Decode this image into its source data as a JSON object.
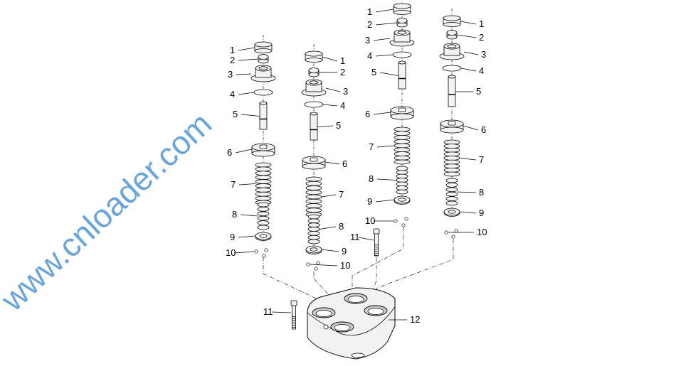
{
  "title": "Pilot valve exploded parts diagram",
  "watermark": "www.cnloader.com",
  "colors": {
    "line": "#000000",
    "part_fill": "#f2f2f2",
    "part_shade": "#cfcfcf",
    "watermark": "#5b9bd5"
  },
  "stacks": [
    {
      "name": "stack-a",
      "labels": [
        "1",
        "2",
        "3",
        "4",
        "5",
        "6",
        "7",
        "8",
        "9",
        "10"
      ]
    },
    {
      "name": "stack-b",
      "labels": [
        "1",
        "2",
        "3",
        "4",
        "5",
        "6",
        "7",
        "8",
        "9",
        "10"
      ]
    },
    {
      "name": "stack-c",
      "labels": [
        "1",
        "2",
        "3",
        "4",
        "5",
        "6",
        "7",
        "8",
        "9",
        "10",
        "11"
      ]
    },
    {
      "name": "stack-d",
      "labels": [
        "1",
        "2",
        "3",
        "4",
        "5",
        "6",
        "7",
        "8",
        "9",
        "10"
      ]
    }
  ],
  "bolt_label": "11",
  "body_label": "12"
}
